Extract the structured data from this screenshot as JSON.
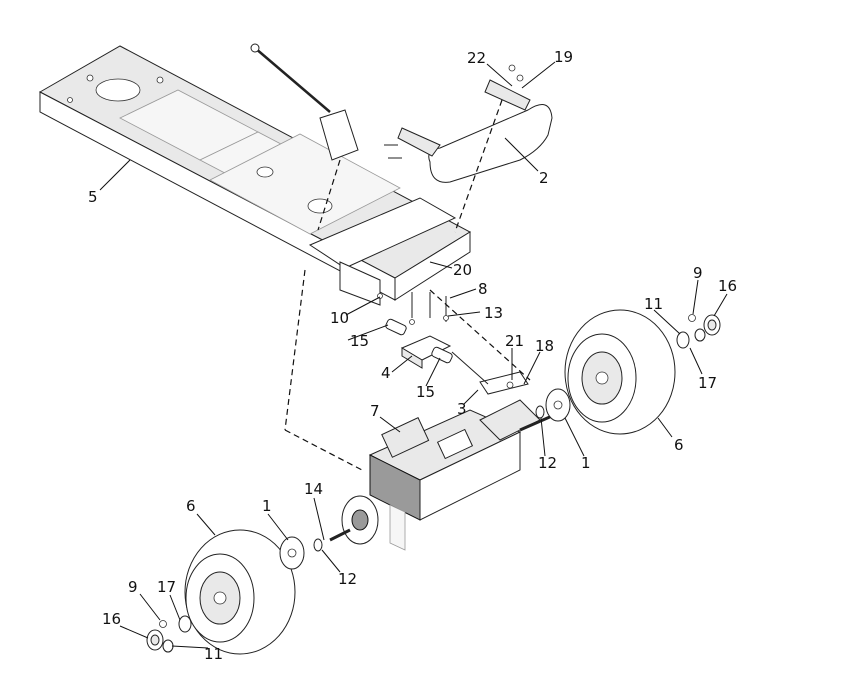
{
  "diagram": {
    "callouts": [
      {
        "id": "c22",
        "label": "22"
      },
      {
        "id": "c19",
        "label": "19"
      },
      {
        "id": "c2",
        "label": "2"
      },
      {
        "id": "c5",
        "label": "5"
      },
      {
        "id": "c20",
        "label": "20"
      },
      {
        "id": "c8",
        "label": "8"
      },
      {
        "id": "c10",
        "label": "10"
      },
      {
        "id": "c13",
        "label": "13"
      },
      {
        "id": "c15a",
        "label": "15"
      },
      {
        "id": "c4",
        "label": "4"
      },
      {
        "id": "c15b",
        "label": "15"
      },
      {
        "id": "c21",
        "label": "21"
      },
      {
        "id": "c18",
        "label": "18"
      },
      {
        "id": "c3",
        "label": "3"
      },
      {
        "id": "c7",
        "label": "7"
      },
      {
        "id": "c9a",
        "label": "9"
      },
      {
        "id": "c16a",
        "label": "16"
      },
      {
        "id": "c11a",
        "label": "11"
      },
      {
        "id": "c17a",
        "label": "17"
      },
      {
        "id": "c6a",
        "label": "6"
      },
      {
        "id": "c12a",
        "label": "12"
      },
      {
        "id": "c1a",
        "label": "1"
      },
      {
        "id": "c14",
        "label": "14"
      },
      {
        "id": "c6b",
        "label": "6"
      },
      {
        "id": "c1b",
        "label": "1"
      },
      {
        "id": "c12b",
        "label": "12"
      },
      {
        "id": "c9b",
        "label": "9"
      },
      {
        "id": "c17b",
        "label": "17"
      },
      {
        "id": "c16b",
        "label": "16"
      },
      {
        "id": "c11b",
        "label": "11"
      }
    ]
  }
}
